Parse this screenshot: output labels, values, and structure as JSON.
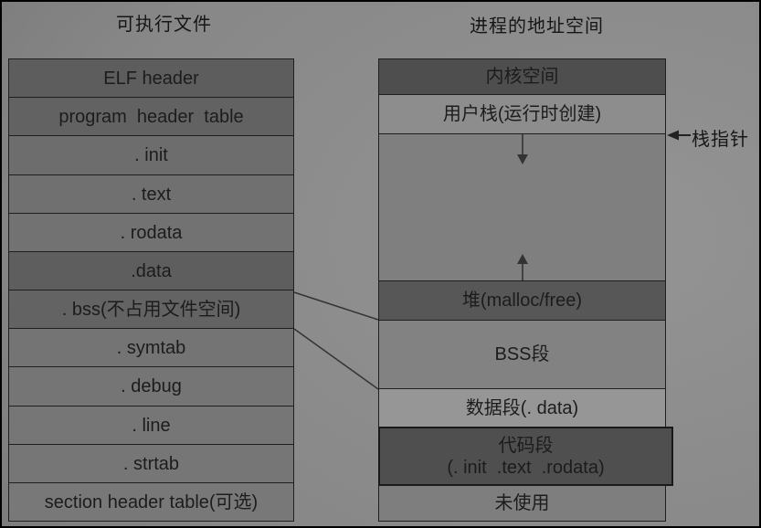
{
  "left_panel": {
    "title": "可执行文件",
    "rows": [
      {
        "label": "ELF header",
        "fill": "#5d5d5d"
      },
      {
        "label": "program  header  table",
        "fill": "#626262"
      },
      {
        "label": ". init",
        "fill": "#6d6d6d"
      },
      {
        "label": ". text",
        "fill": "#707070"
      },
      {
        "label": ". rodata",
        "fill": "#727272"
      },
      {
        "label": ".data",
        "fill": "#5e5e5e"
      },
      {
        "label": ". bss(不占用文件空间)",
        "fill": "#636363"
      },
      {
        "label": ". symtab",
        "fill": "#747474"
      },
      {
        "label": ". debug",
        "fill": "#757575"
      },
      {
        "label": ". line",
        "fill": "#767676"
      },
      {
        "label": ". strtab",
        "fill": "#767676"
      },
      {
        "label": "section header table(可选)",
        "fill": "#787878"
      }
    ]
  },
  "right_panel": {
    "title": "进程的地址空间",
    "segments": [
      {
        "label": "内核空间",
        "fill": "#4e4e4e"
      },
      {
        "label": "用户栈(运行时创建)",
        "fill": "#8d8d8d"
      },
      {
        "label": "",
        "fill": "#7f7f7f"
      },
      {
        "label": "堆(malloc/free)",
        "fill": "#575757"
      },
      {
        "label": "BSS段",
        "fill": "#828282"
      },
      {
        "label": "数据段(. data)",
        "fill": "#969696"
      },
      {
        "label": "代码段",
        "sublabel": "(. init  .text  .rodata)",
        "fill": "#4f4f4f"
      },
      {
        "label": "未使用",
        "fill": "#7e7e7e"
      }
    ]
  },
  "annotations": {
    "stack_pointer": "栈指针"
  },
  "colors": {
    "line": "#333333",
    "text": "#1c1c1c",
    "frame": "#000000"
  }
}
